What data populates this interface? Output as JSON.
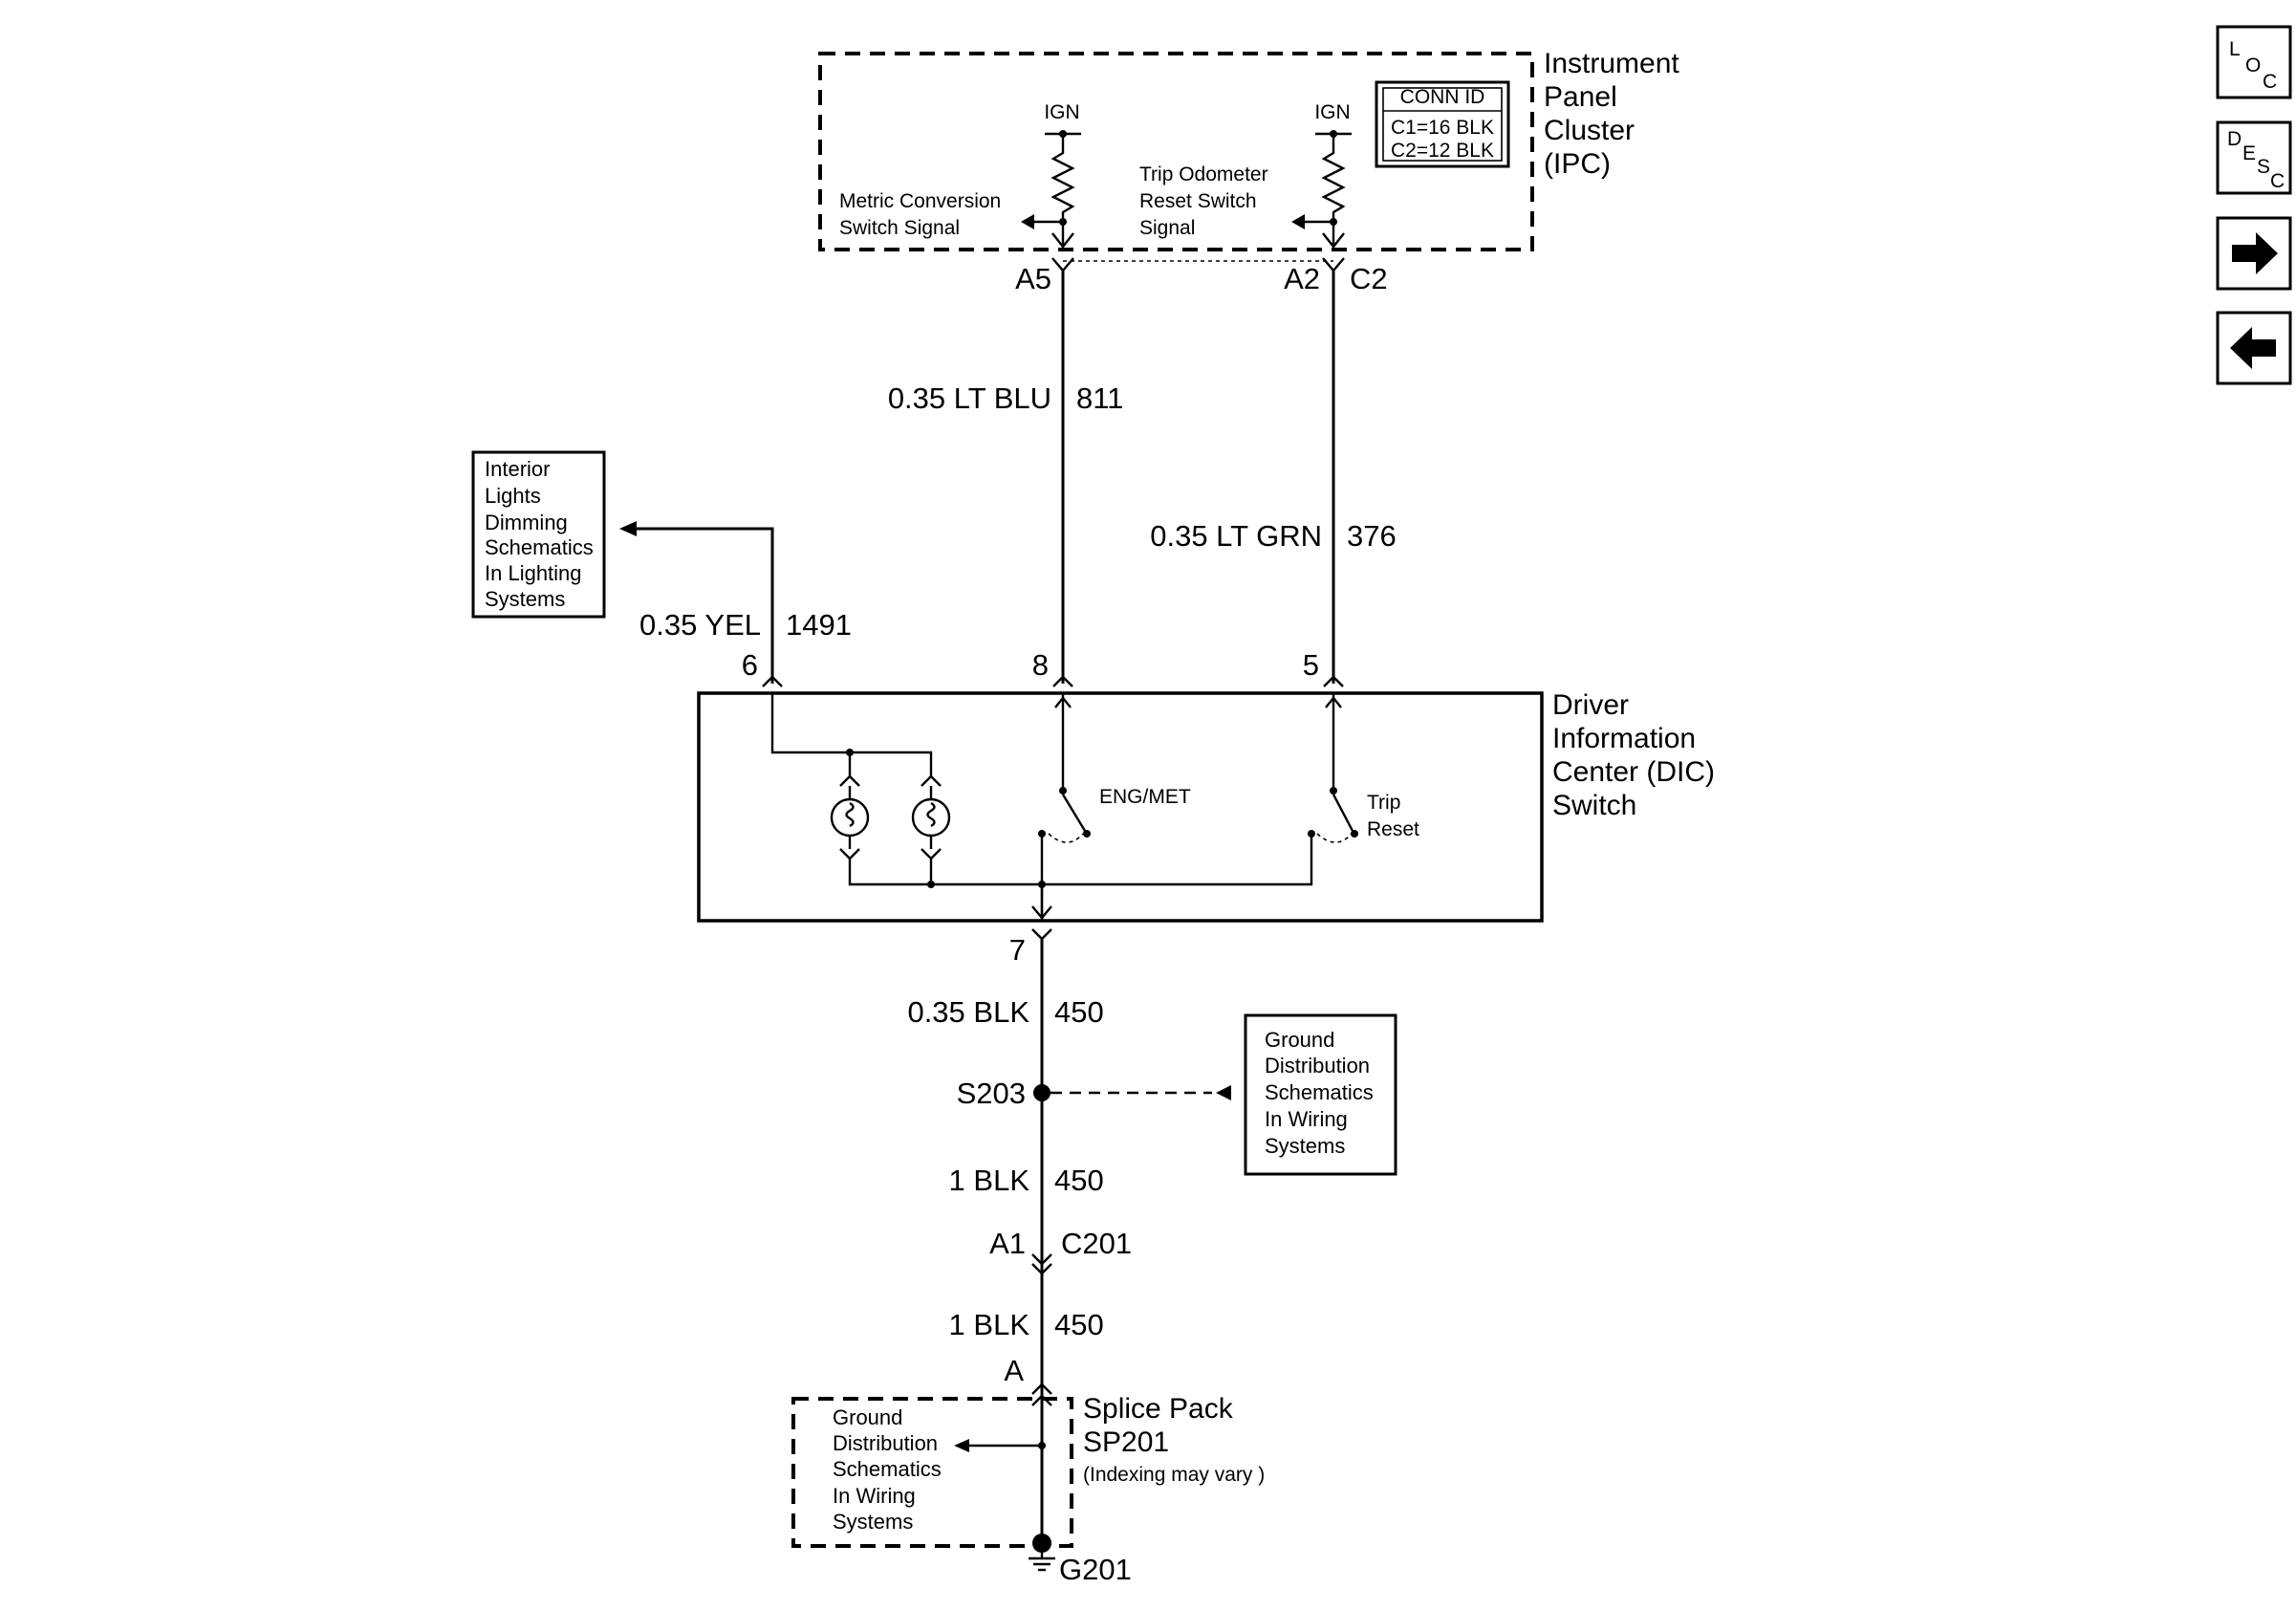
{
  "ipc": {
    "title_lines": [
      "Instrument",
      "Panel",
      "Cluster",
      "(IPC)"
    ],
    "ign_left": "IGN",
    "ign_right": "IGN",
    "metric_signal_lines": [
      "Metric Conversion",
      "Switch Signal"
    ],
    "trip_signal_lines": [
      "Trip Odometer",
      "Reset Switch",
      "Signal"
    ],
    "conn_id": {
      "header": "CONN ID",
      "rows": [
        "C1=16 BLK",
        "C2=12 BLK"
      ]
    },
    "pin_a5": "A5",
    "pin_a2": "A2",
    "conn_c2": "C2"
  },
  "wires": {
    "lt_blu": {
      "gauge_color": "0.35 LT BLU",
      "circuit": "811"
    },
    "lt_grn": {
      "gauge_color": "0.35 LT GRN",
      "circuit": "376"
    },
    "yel": {
      "gauge_color": "0.35 YEL",
      "circuit": "1491"
    },
    "blk_top": {
      "gauge_color": "0.35 BLK",
      "circuit": "450"
    },
    "blk_mid": {
      "gauge_color": "1 BLK",
      "circuit": "450"
    },
    "blk_bot": {
      "gauge_color": "1 BLK",
      "circuit": "450"
    }
  },
  "interior_ref": {
    "lines": [
      "Interior",
      "Lights",
      "Dimming",
      "Schematics",
      "In Lighting",
      "Systems"
    ]
  },
  "dic": {
    "title_lines": [
      "Driver",
      "Information",
      "Center (DIC)",
      "Switch"
    ],
    "pin6": "6",
    "pin8": "8",
    "pin5": "5",
    "pin7": "7",
    "eng_met": "ENG/MET",
    "trip_reset_lines": [
      "Trip",
      "Reset"
    ]
  },
  "splice": {
    "s203": "S203",
    "ground_ref_lines": [
      "Ground",
      "Distribution",
      "Schematics",
      "In Wiring",
      "Systems"
    ],
    "a1": "A1",
    "c201": "C201",
    "pin_a": "A",
    "sp_title_lines": [
      "Splice Pack",
      "SP201"
    ],
    "sp_note": "(Indexing may vary )",
    "sp_ground_ref_lines": [
      "Ground",
      "Distribution",
      "Schematics",
      "In Wiring",
      "Systems"
    ],
    "g201": "G201"
  },
  "nav": {
    "loc": [
      "L",
      "O",
      "C"
    ],
    "desc": [
      "D",
      "E",
      "S",
      "C"
    ],
    "next_icon": "arrow-right-icon",
    "prev_icon": "arrow-left-icon"
  }
}
